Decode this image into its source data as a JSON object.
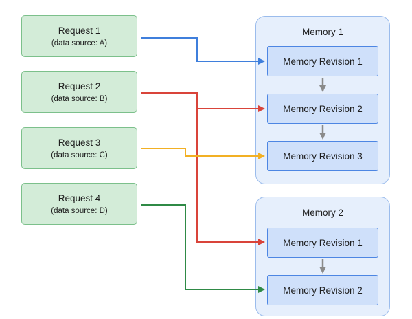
{
  "requests": [
    {
      "title": "Request 1",
      "source": "(data source: A)",
      "color": "#3f7fdc"
    },
    {
      "title": "Request 2",
      "source": "(data source: B)",
      "color": "#d9443a"
    },
    {
      "title": "Request 3",
      "source": "(data source: C)",
      "color": "#f2b024"
    },
    {
      "title": "Request 4",
      "source": "(data source: D)",
      "color": "#2f8a46"
    }
  ],
  "memories": [
    {
      "title": "Memory 1",
      "revisions": [
        "Memory Revision 1",
        "Memory Revision 2",
        "Memory Revision 3"
      ]
    },
    {
      "title": "Memory 2",
      "revisions": [
        "Memory Revision 1",
        "Memory Revision 2"
      ]
    }
  ],
  "colors": {
    "request_fill": "#d3ecd8",
    "request_border": "#7cc08b",
    "memory_fill": "#e6effc",
    "memory_border": "#9bbcec",
    "revision_fill": "#cfe0fa",
    "revision_border": "#4d86e3",
    "chain_arrow": "#8a8a8a"
  }
}
